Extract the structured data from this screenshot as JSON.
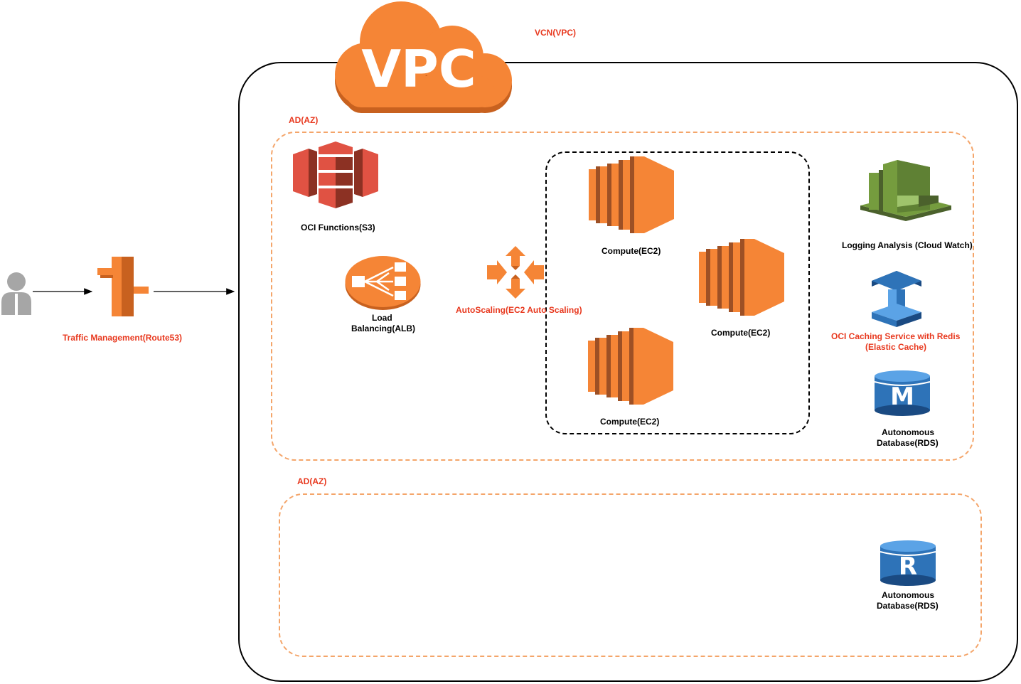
{
  "vpc": {
    "logo_text": "VPC",
    "label": "VCN(VPC)"
  },
  "zones": [
    {
      "label": "AD(AZ)"
    },
    {
      "label": "AD(AZ)"
    }
  ],
  "user": {
    "icon": "user-icon"
  },
  "route53": {
    "label": "Traffic Management(Route53)",
    "icon": "route53-icon"
  },
  "s3": {
    "label": "OCI Functions(S3)",
    "icon": "s3-bucket-icon"
  },
  "alb": {
    "label_line1": "Load",
    "label_line2": "Balancing(ALB)",
    "icon": "load-balancer-icon"
  },
  "autoscaling": {
    "label": "AutoScaling(EC2 Auto Scaling)",
    "icon": "autoscaling-icon"
  },
  "compute": [
    {
      "label": "Compute(EC2)"
    },
    {
      "label": "Compute(EC2)"
    },
    {
      "label": "Compute(EC2)"
    }
  ],
  "cloudwatch": {
    "label": "Logging Analysis (Cloud Watch)",
    "icon": "cloudwatch-icon"
  },
  "cache": {
    "label_line1": "OCI Caching Service with Redis",
    "label_line2": "(Elastic Cache)",
    "icon": "elasticache-icon"
  },
  "db_primary": {
    "label_line1": "Autonomous",
    "label_line2": "Database(RDS)",
    "glyph": "M",
    "icon": "rds-master-icon"
  },
  "db_replica": {
    "label_line1": "Autonomous",
    "label_line2": "Database(RDS)",
    "glyph": "R",
    "icon": "rds-replica-icon"
  },
  "colors": {
    "aws_orange": "#f58536",
    "label_red": "#e8391f",
    "s3_red": "#e05243",
    "cloudwatch_green": "#759c3e",
    "db_blue": "#2e73b8",
    "zone_border": "#f4a56a"
  }
}
